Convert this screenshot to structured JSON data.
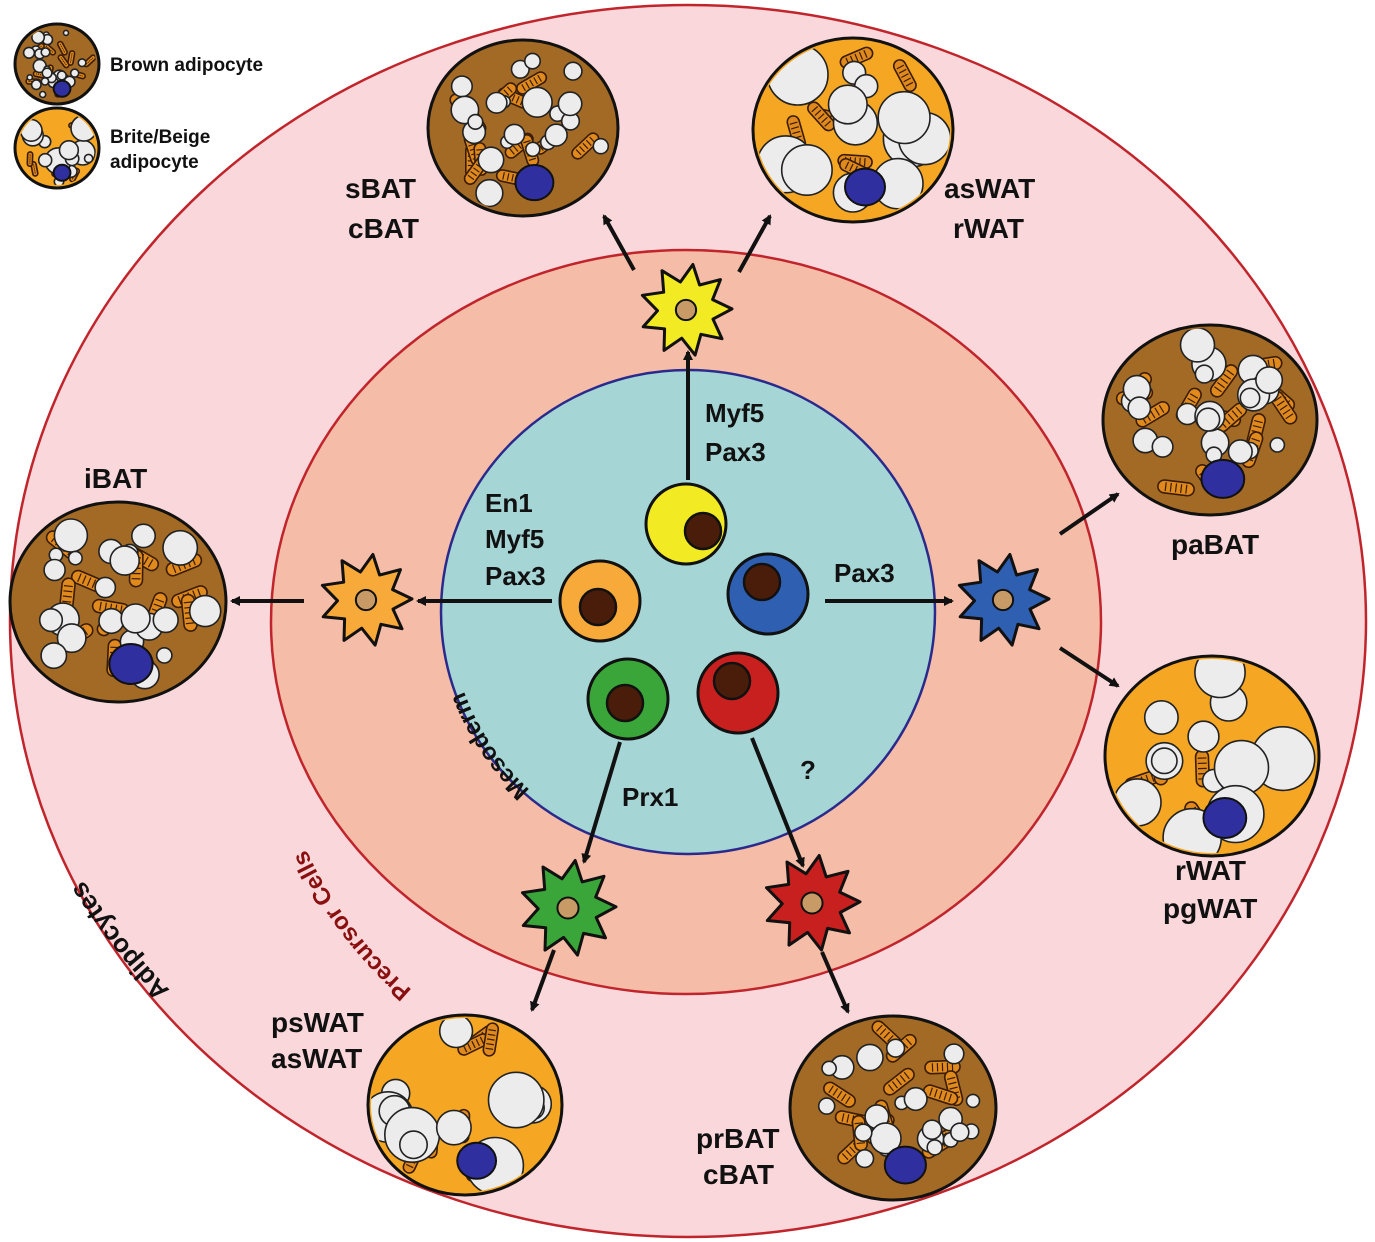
{
  "legend": {
    "brown_label": "Brown adipocyte",
    "beige_label_line1": "Brite/Beige",
    "beige_label_line2": "adipocyte"
  },
  "rings": {
    "outer_label": "Adipocytes",
    "middle_label": "Precursor Cells",
    "inner_label": "Mesoderm"
  },
  "colors": {
    "outer_ring": "#f9d7db",
    "middle_ring": "#f5bca7",
    "inner_circle": "#a6d5d5",
    "ring_stroke": "#c0252c",
    "inner_stroke": "#2a2a8c",
    "brown_cell": "#a36a26",
    "beige_cell": "#f5a623",
    "nucleus": "#2f2fa0",
    "lipid": "#ececec",
    "yellow": "#f2ea23",
    "orange": "#f7a93a",
    "blue": "#2f5fb0",
    "green": "#3aa63a",
    "red": "#c8201f"
  },
  "markers": {
    "top": [
      "Myf5",
      "Pax3"
    ],
    "left": [
      "En1",
      "Myf5",
      "Pax3"
    ],
    "right": "Pax3",
    "bottom_left": "Prx1",
    "bottom_right": "?"
  },
  "depots": {
    "top_left": [
      "sBAT",
      "cBAT"
    ],
    "top_right": [
      "asWAT",
      "rWAT"
    ],
    "left": "iBAT",
    "right_top": "paBAT",
    "right_bottom": [
      "rWAT",
      "pgWAT"
    ],
    "bottom_left": [
      "psWAT",
      "asWAT"
    ],
    "bottom_right": [
      "prBAT",
      "cBAT"
    ]
  }
}
